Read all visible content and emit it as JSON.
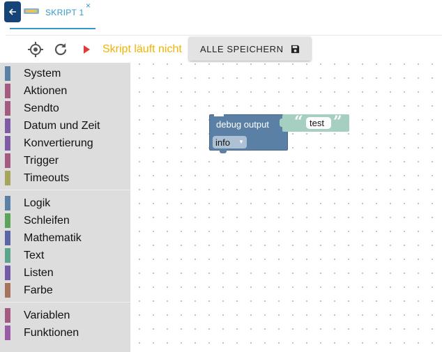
{
  "tabs": [
    {
      "label": "SKRIPT 1",
      "close_glyph": "×",
      "icon": "blockly-script-icon",
      "active": true
    }
  ],
  "toolbar": {
    "status_text": "Skript läuft nicht",
    "save_label": "ALLE SPEICHERN",
    "icons": [
      "target-icon",
      "refresh-icon",
      "play-icon",
      "save-icon"
    ]
  },
  "categories": {
    "group1": [
      {
        "label": "System",
        "color": "#5b80a5"
      },
      {
        "label": "Aktionen",
        "color": "#a55b80"
      },
      {
        "label": "Sendto",
        "color": "#a55b80"
      },
      {
        "label": "Datum und Zeit",
        "color": "#805ba5"
      },
      {
        "label": "Konvertierung",
        "color": "#805ba5"
      },
      {
        "label": "Trigger",
        "color": "#a55b80"
      },
      {
        "label": "Timeouts",
        "color": "#a5a55b"
      }
    ],
    "group2": [
      {
        "label": "Logik",
        "color": "#5b80a5"
      },
      {
        "label": "Schleifen",
        "color": "#5ba55b"
      },
      {
        "label": "Mathematik",
        "color": "#5b67a5"
      },
      {
        "label": "Text",
        "color": "#5ba58c"
      },
      {
        "label": "Listen",
        "color": "#745ba5"
      },
      {
        "label": "Farbe",
        "color": "#a5745b"
      }
    ],
    "group3": [
      {
        "label": "Variablen",
        "color": "#a55b80"
      },
      {
        "label": "Funktionen",
        "color": "#995ba5"
      }
    ]
  },
  "workspace": {
    "debug_block": {
      "title": "debug output",
      "level": "info",
      "dropdown_arrow": "▼",
      "color": "#5b80a5"
    },
    "text_block": {
      "open_quote": "“",
      "value": "test",
      "close_quote": "”",
      "color": "#a5cfc0"
    }
  },
  "colors": {
    "accent": "#3399cc",
    "back_button": "#164477",
    "status": "#f0b400",
    "play": "#e53935"
  }
}
